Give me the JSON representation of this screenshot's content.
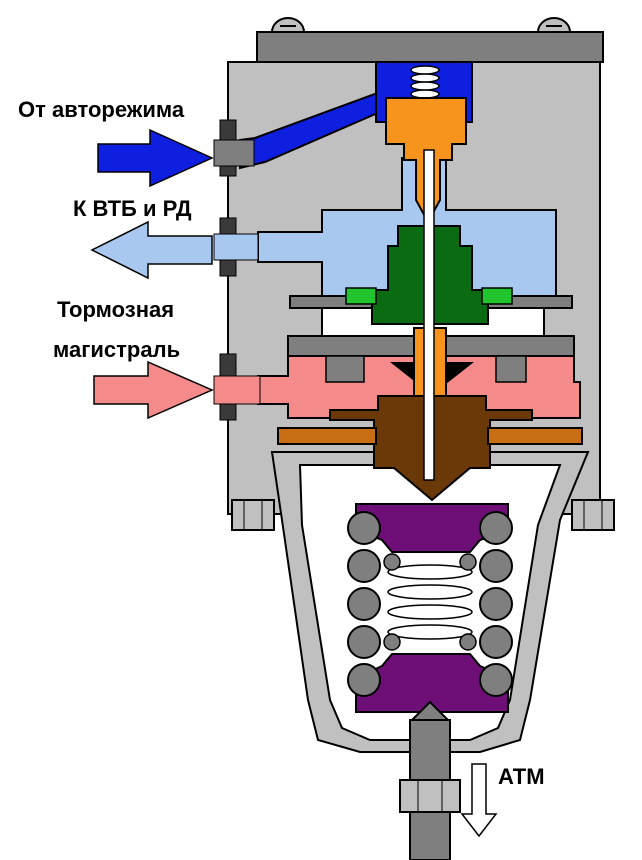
{
  "labels": {
    "from_auto": "От авторежима",
    "to_vtb": "К ВТБ и РД",
    "brake_line_1": "Тормозная",
    "brake_line_2": "магистраль",
    "atm": "АТМ"
  },
  "colors": {
    "body_gray": "#c0c0c0",
    "dark_gray": "#7f7f7f",
    "inlet_blue": "#0f1fe0",
    "outlet_light_blue": "#a9c8f0",
    "brake_pink": "#f48a8a",
    "valve_orange": "#f7941d",
    "piston_green": "#0a6b12",
    "seat_brown": "#6b3808",
    "spring_purple": "#6e0f78",
    "outline": "#000000"
  },
  "icons": [
    "inlet-arrow-icon",
    "outlet-arrow-icon",
    "brake-arrow-icon",
    "exhaust-arrow-icon",
    "screw-icon",
    "spring-icon",
    "nut-icon"
  ]
}
